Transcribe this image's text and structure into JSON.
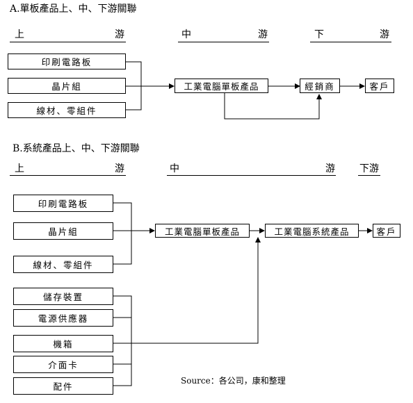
{
  "section_a": {
    "title": "A.單板產品上、中、下游關聯",
    "stages": {
      "up1": "上",
      "up2": "游",
      "mid1": "中",
      "mid2": "游",
      "down1": "下",
      "down2": "游"
    },
    "inputs": [
      "印刷電路板",
      "晶片組",
      "線材、零組件"
    ],
    "product": "工業電腦單板產品",
    "distributor": "經銷商",
    "customer": "客戶"
  },
  "section_b": {
    "title": "B.系統產品上、中、下游關聯",
    "stages": {
      "up1": "上",
      "up2": "游",
      "mid1": "中",
      "mid2": "游",
      "down": "下游"
    },
    "inputs_group1": [
      "印刷電路板",
      "晶片組",
      "線材、零組件"
    ],
    "inputs_group2": [
      "儲存裝置",
      "電源供應器",
      "機箱",
      "介面卡",
      "配件"
    ],
    "board_product": "工業電腦單板產品",
    "system_product": "工業電腦系統產品",
    "customer": "客戶"
  },
  "source": "Source：各公司，康和整理"
}
